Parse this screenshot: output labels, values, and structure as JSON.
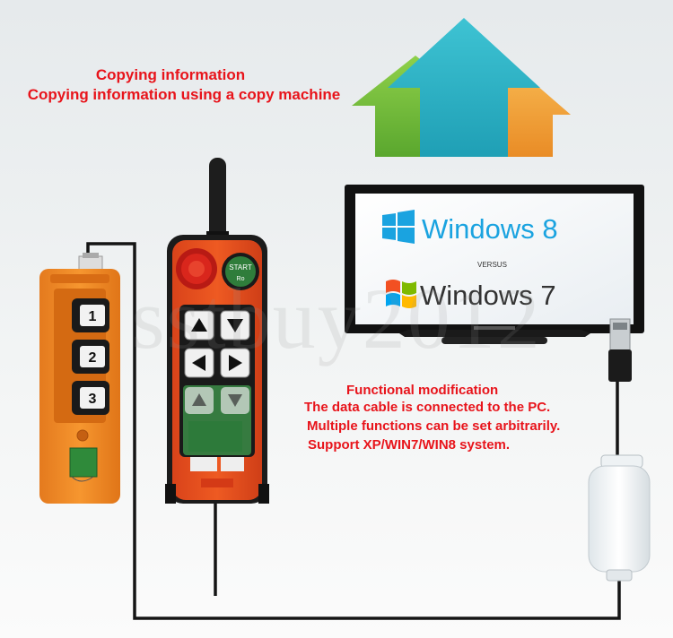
{
  "copy": {
    "line1": "Copying information",
    "line2": "Copying information using a copy machine"
  },
  "function": {
    "title": "Functional modification",
    "line1": "The data cable is connected to the PC.",
    "line2": "Multiple functions can be set arbitrarily.",
    "line3": "Support XP/WIN7/WIN8 system."
  },
  "monitor": {
    "os_a": "Windows 8",
    "versus": "VERSUS",
    "os_b": "Windows 7"
  },
  "remote": {
    "start_label": "START",
    "start_sub": "Ro"
  },
  "small_remote": {
    "buttons": [
      "1",
      "2",
      "3"
    ]
  },
  "watermark": "sstbuy2012",
  "colors": {
    "text_red": "#e8141b",
    "remote_orange": "#e8521e",
    "small_orange": "#f08a28",
    "arrow_teal": "#2fb3c4",
    "arrow_green": "#6bbf3a",
    "arrow_orange": "#f2a13a"
  }
}
